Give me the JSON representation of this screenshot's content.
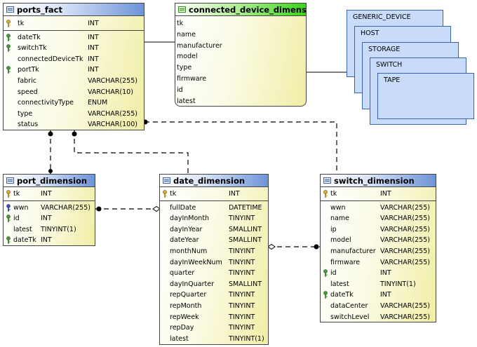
{
  "entities": [
    {
      "id": "ports_fact",
      "title": "ports_fact",
      "header": "blue",
      "columns": [
        {
          "name": "tk",
          "type": "INT",
          "key": "pk"
        },
        {
          "name": "dateTk",
          "type": "INT",
          "key": "fk"
        },
        {
          "name": "switchTk",
          "type": "INT",
          "key": "fk"
        },
        {
          "name": "connectedDeviceTk",
          "type": "INT",
          "key": ""
        },
        {
          "name": "portTk",
          "type": "INT",
          "key": "fk"
        },
        {
          "name": "fabric",
          "type": "VARCHAR(255)",
          "key": ""
        },
        {
          "name": "speed",
          "type": "VARCHAR(10)",
          "key": ""
        },
        {
          "name": "connectivityType",
          "type": "ENUM",
          "key": ""
        },
        {
          "name": "type",
          "type": "VARCHAR(255)",
          "key": ""
        },
        {
          "name": "status",
          "type": "VARCHAR(100)",
          "key": ""
        }
      ]
    },
    {
      "id": "connected_device_dimension",
      "title": "connected_device_dimension",
      "header": "green",
      "columns": [
        {
          "name": "tk",
          "type": "",
          "key": ""
        },
        {
          "name": "name",
          "type": "",
          "key": ""
        },
        {
          "name": "manufacturer",
          "type": "",
          "key": ""
        },
        {
          "name": "model",
          "type": "",
          "key": ""
        },
        {
          "name": "type",
          "type": "",
          "key": ""
        },
        {
          "name": "firmware",
          "type": "",
          "key": ""
        },
        {
          "name": "id",
          "type": "",
          "key": ""
        },
        {
          "name": "latest",
          "type": "",
          "key": ""
        }
      ]
    },
    {
      "id": "port_dimension",
      "title": "port_dimension",
      "header": "blue",
      "columns": [
        {
          "name": "tk",
          "type": "INT",
          "key": "pk"
        },
        {
          "name": "wwn",
          "type": "VARCHAR(255)",
          "key": "ak"
        },
        {
          "name": "id",
          "type": "INT",
          "key": "fk"
        },
        {
          "name": "latest",
          "type": "TINYINT(1)",
          "key": ""
        },
        {
          "name": "dateTk",
          "type": "INT",
          "key": "fk"
        }
      ]
    },
    {
      "id": "date_dimension",
      "title": "date_dimension",
      "header": "blue",
      "columns": [
        {
          "name": "tk",
          "type": "INT",
          "key": "pk"
        },
        {
          "name": "fullDate",
          "type": "DATETIME",
          "key": ""
        },
        {
          "name": "dayInMonth",
          "type": "TINYINT",
          "key": ""
        },
        {
          "name": "dayInYear",
          "type": "SMALLINT",
          "key": ""
        },
        {
          "name": "dateYear",
          "type": "SMALLINT",
          "key": ""
        },
        {
          "name": "monthNum",
          "type": "TINYINT",
          "key": ""
        },
        {
          "name": "dayInWeekNum",
          "type": "TINYINT",
          "key": ""
        },
        {
          "name": "quarter",
          "type": "TINYINT",
          "key": ""
        },
        {
          "name": "dayInQuarter",
          "type": "SMALLINT",
          "key": ""
        },
        {
          "name": "repQuarter",
          "type": "TINYINT",
          "key": ""
        },
        {
          "name": "repMonth",
          "type": "TINYINT",
          "key": ""
        },
        {
          "name": "repWeek",
          "type": "TINYINT",
          "key": ""
        },
        {
          "name": "repDay",
          "type": "TINYINT",
          "key": ""
        },
        {
          "name": "latest",
          "type": "TINYINT(1)",
          "key": ""
        }
      ]
    },
    {
      "id": "switch_dimension",
      "title": "switch_dimension",
      "header": "blue",
      "columns": [
        {
          "name": "tk",
          "type": "INT",
          "key": "pk"
        },
        {
          "name": "wwn",
          "type": "VARCHAR(255)",
          "key": ""
        },
        {
          "name": "name",
          "type": "VARCHAR(255)",
          "key": ""
        },
        {
          "name": "ip",
          "type": "VARCHAR(255)",
          "key": ""
        },
        {
          "name": "model",
          "type": "VARCHAR(255)",
          "key": ""
        },
        {
          "name": "manufacturer",
          "type": "VARCHAR(255)",
          "key": ""
        },
        {
          "name": "firmware",
          "type": "VARCHAR(255)",
          "key": ""
        },
        {
          "name": "id",
          "type": "INT",
          "key": "fk"
        },
        {
          "name": "latest",
          "type": "TINYINT(1)",
          "key": ""
        },
        {
          "name": "dateTk",
          "type": "INT",
          "key": "fk"
        },
        {
          "name": "dataCenter",
          "type": "VARCHAR(255)",
          "key": ""
        },
        {
          "name": "switchLevel",
          "type": "VARCHAR(255)",
          "key": ""
        }
      ]
    }
  ],
  "subtypes": [
    "GENERIC_DEVICE",
    "HOST",
    "STORAGE",
    "SWITCH",
    "TAPE"
  ],
  "colors": {
    "header_blue": "#6d93d8",
    "header_green": "#3cd41a",
    "body_yellow": "#f1eea6",
    "subtype_fill": "#c9dcfb",
    "key_gold": "#e0b020",
    "key_green": "#3aa02a",
    "key_blue": "#3050c0"
  },
  "icons": {
    "table": "table-icon",
    "primary_key": "key-icon-gold",
    "foreign_key": "key-icon-green",
    "alternate_key": "key-icon-blue"
  }
}
